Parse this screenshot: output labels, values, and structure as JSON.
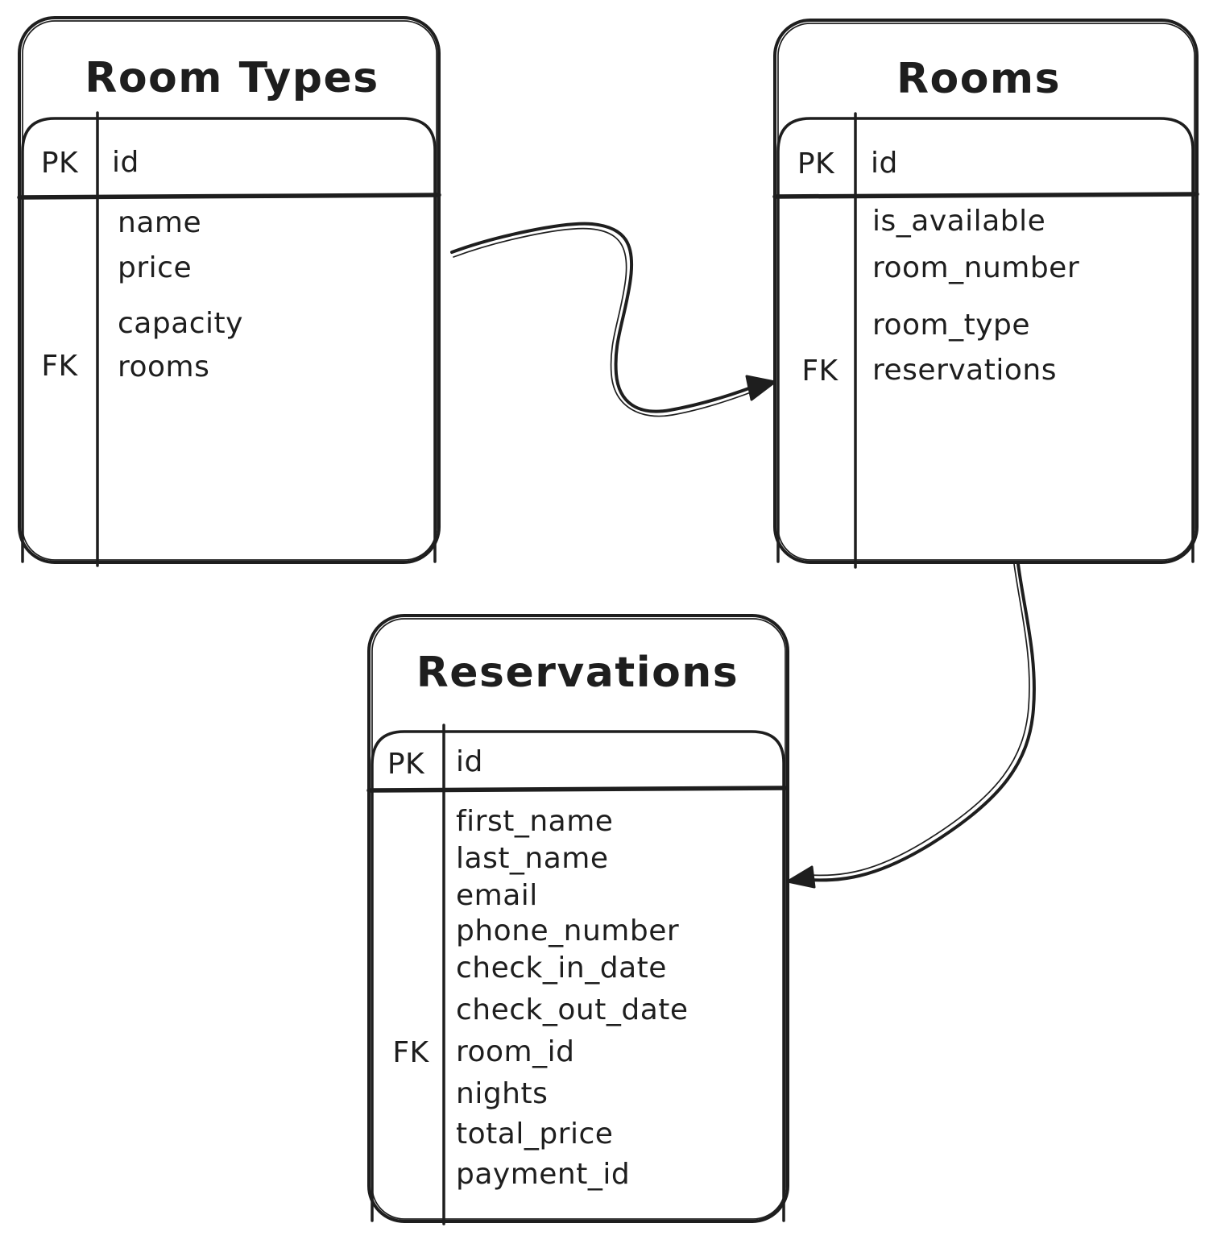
{
  "diagram": {
    "type": "entity-relationship",
    "background_color": "#ffffff",
    "stroke_color": "#1e1e1e",
    "tables": [
      {
        "title": "Room Types",
        "primary_key": {
          "label": "PK",
          "field": "id"
        },
        "fields": [
          "name",
          "price",
          "capacity",
          "rooms"
        ],
        "foreign_key": {
          "label": "FK",
          "field": "rooms"
        }
      },
      {
        "title": "Rooms",
        "primary_key": {
          "label": "PK",
          "field": "id"
        },
        "fields": [
          "is_available",
          "room_number",
          "room_type",
          "reservations"
        ],
        "foreign_key": {
          "label": "FK",
          "field": "reservations"
        }
      },
      {
        "title": "Reservations",
        "primary_key": {
          "label": "PK",
          "field": "id"
        },
        "fields": [
          "first_name",
          "last_name",
          "email",
          "phone_number",
          "check_in_date",
          "check_out_date",
          "room_id",
          "nights",
          "total_price",
          "payment_id"
        ],
        "foreign_key": {
          "label": "FK",
          "field": "room_id"
        }
      }
    ],
    "relationships": [
      {
        "from_table": "Room Types",
        "to_table": "Rooms"
      },
      {
        "from_table": "Rooms",
        "to_table": "Reservations"
      }
    ]
  }
}
